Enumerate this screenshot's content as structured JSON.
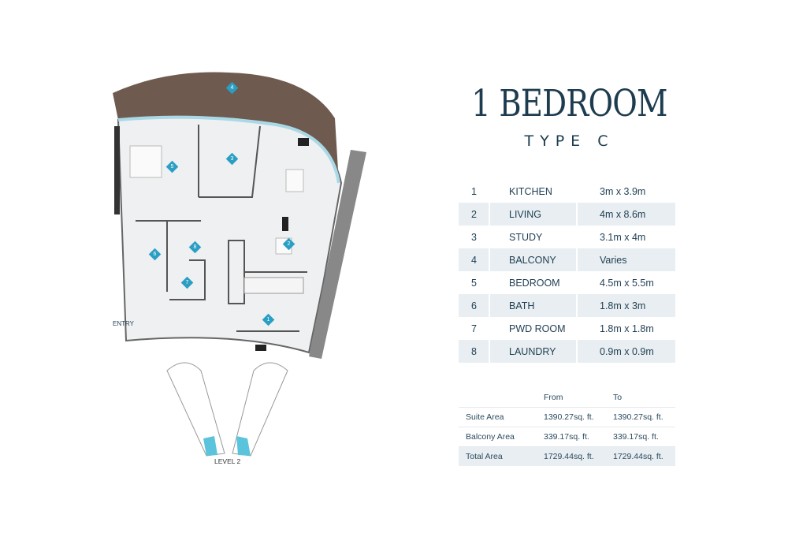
{
  "header": {
    "title": "1 BEDROOM",
    "subtitle": "TYPE C"
  },
  "rooms": [
    {
      "num": "1",
      "name": "KITCHEN",
      "dims": "3m x 3.9m"
    },
    {
      "num": "2",
      "name": "LIVING",
      "dims": "4m x 8.6m"
    },
    {
      "num": "3",
      "name": "STUDY",
      "dims": "3.1m x 4m"
    },
    {
      "num": "4",
      "name": "BALCONY",
      "dims": "Varies"
    },
    {
      "num": "5",
      "name": "BEDROOM",
      "dims": "4.5m x 5.5m"
    },
    {
      "num": "6",
      "name": "BATH",
      "dims": "1.8m x 3m"
    },
    {
      "num": "7",
      "name": "PWD ROOM",
      "dims": "1.8m x 1.8m"
    },
    {
      "num": "8",
      "name": "LAUNDRY",
      "dims": "0.9m x 0.9m"
    }
  ],
  "areas": {
    "header": {
      "from": "From",
      "to": "To"
    },
    "rows": [
      {
        "label": "Suite Area",
        "from": "1390.27sq. ft.",
        "to": "1390.27sq. ft."
      },
      {
        "label": "Balcony Area",
        "from": "339.17sq. ft.",
        "to": "339.17sq. ft."
      },
      {
        "label": "Total Area",
        "from": "1729.44sq. ft.",
        "to": "1729.44sq. ft."
      }
    ]
  },
  "plan": {
    "entry_label": "ENTRY",
    "level_label": "LEVEL 2",
    "markers": [
      "1",
      "2",
      "3",
      "4",
      "5",
      "6",
      "7",
      "8"
    ]
  },
  "colors": {
    "accent": "#2a9ec4",
    "text": "#1d3c4f",
    "balcony": "#6e5a4e",
    "glass": "#a9d8e6"
  }
}
